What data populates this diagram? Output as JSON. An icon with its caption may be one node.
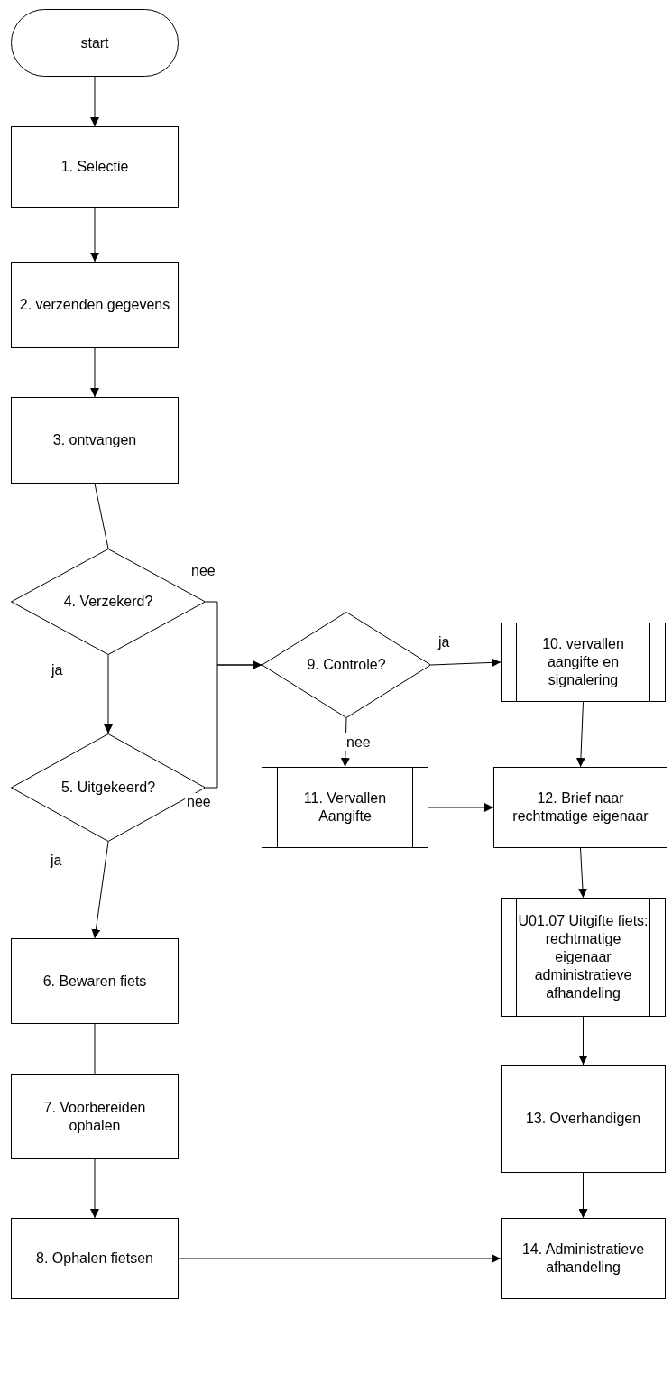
{
  "diagram": {
    "nodes": [
      {
        "text": [
          "start"
        ]
      },
      {
        "text": [
          "1. Selectie"
        ]
      },
      {
        "text": [
          "2. verzenden gegevens"
        ]
      },
      {
        "text": [
          "3. ontvangen"
        ]
      },
      {
        "text": [
          "4. Verzekerd?"
        ]
      },
      {
        "text": [
          "5. Uitgekeerd?"
        ]
      },
      {
        "text": [
          "6. Bewaren fiets"
        ]
      },
      {
        "text": [
          "7. Voorbereiden ophalen"
        ]
      },
      {
        "text": [
          "8. Ophalen fietsen"
        ]
      },
      {
        "text": [
          "9. Controle?"
        ]
      },
      {
        "text": [
          "10. vervallen aangifte en signalering"
        ]
      },
      {
        "text": [
          "11. Vervallen Aangifte"
        ]
      },
      {
        "text": [
          "12. Brief naar rechtmatige eigenaar"
        ]
      },
      {
        "text": [
          "U01.07 Uitgifte fiets: rechtmatige eigenaar administratieve afhandeling"
        ]
      },
      {
        "text": [
          "13. Overhandigen"
        ]
      },
      {
        "text": [
          "14. Administratieve afhandeling"
        ]
      }
    ],
    "edges": [
      {
        "from": 0,
        "to": 1,
        "arrow": "to"
      },
      {
        "from": 1,
        "to": 2,
        "arrow": "to"
      },
      {
        "from": 2,
        "to": 3,
        "arrow": "to"
      },
      {
        "from": 3,
        "to": 4,
        "arrow": "none"
      },
      {
        "from": 4,
        "to": 5,
        "arrow": "to",
        "label": "ja"
      },
      {
        "from": 4,
        "to": 9,
        "arrow": "to",
        "label": "nee"
      },
      {
        "from": 5,
        "to": 6,
        "arrow": "to",
        "label": "ja"
      },
      {
        "from": 5,
        "to": 9,
        "arrow": "to",
        "label": "nee"
      },
      {
        "from": 6,
        "to": 7,
        "arrow": "none"
      },
      {
        "from": 7,
        "to": 8,
        "arrow": "to"
      },
      {
        "from": 8,
        "to": 15,
        "arrow": "to"
      },
      {
        "from": 9,
        "to": 10,
        "arrow": "to",
        "label": "ja"
      },
      {
        "from": 9,
        "to": 11,
        "arrow": "to",
        "label": "nee"
      },
      {
        "from": 11,
        "to": 12,
        "arrow": "to"
      },
      {
        "from": 10,
        "to": 12,
        "arrow": "to"
      },
      {
        "from": 12,
        "to": 13,
        "arrow": "to"
      },
      {
        "from": 13,
        "to": 14,
        "arrow": "to"
      },
      {
        "from": 14,
        "to": 15,
        "arrow": "to"
      }
    ]
  }
}
